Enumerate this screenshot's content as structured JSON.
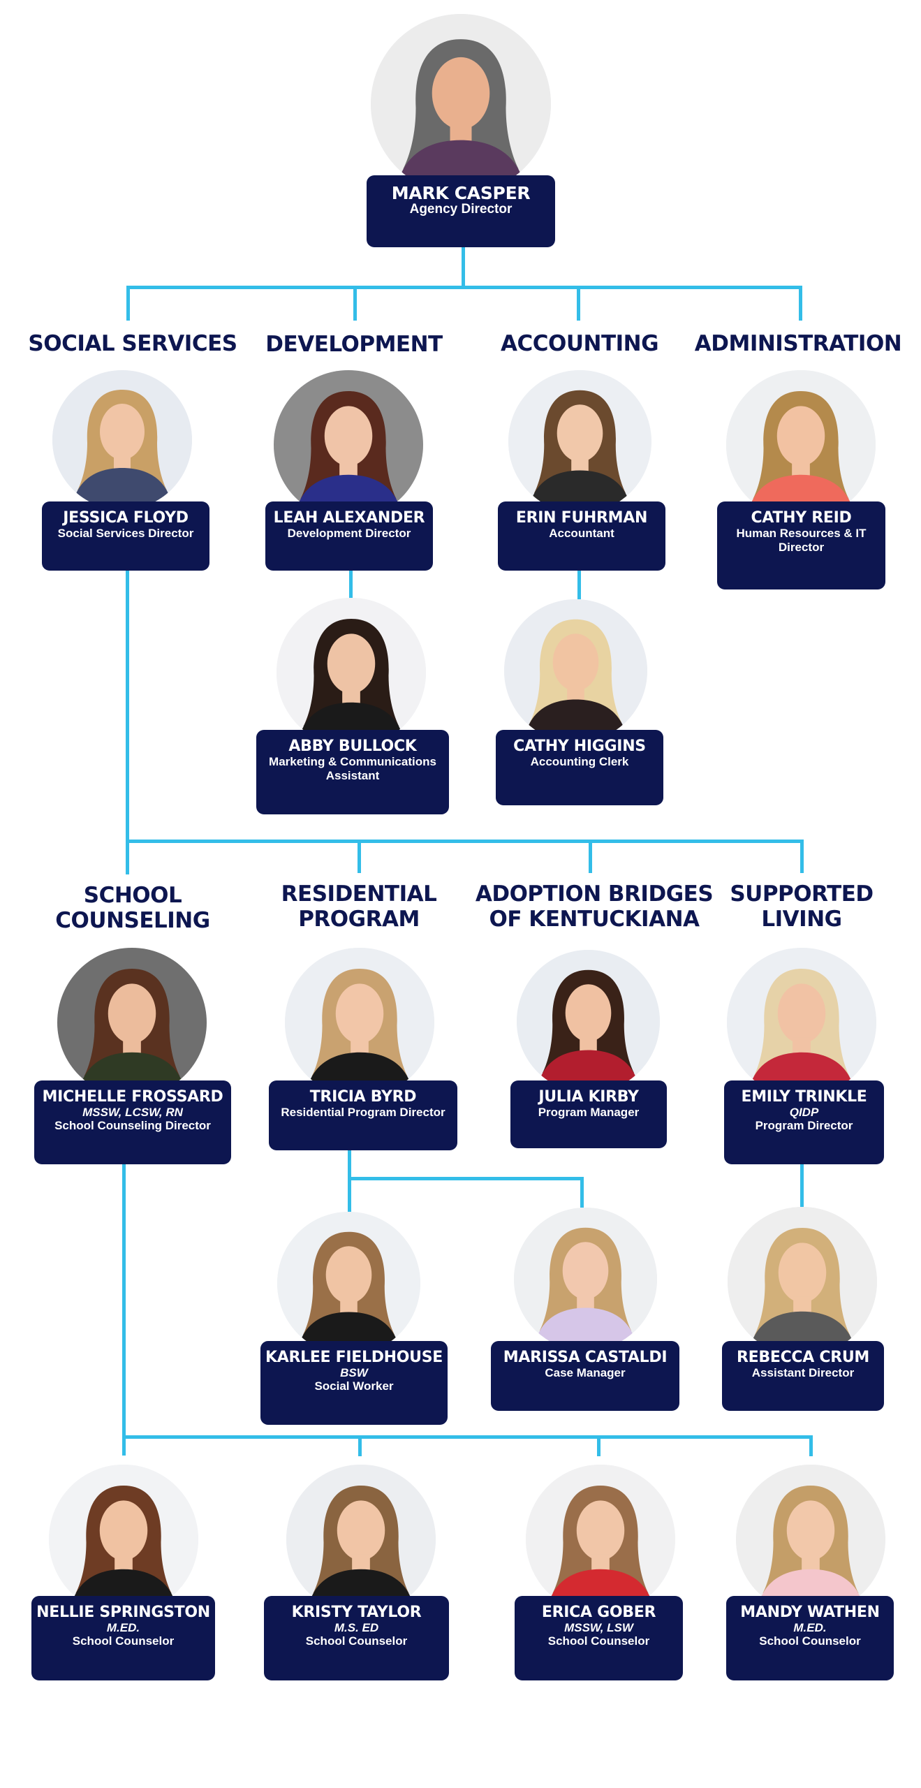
{
  "colors": {
    "navy": "#0d1650",
    "connector": "#33bde8",
    "heading": "#0d1650",
    "card_text": "#ffffff"
  },
  "departments": {
    "social_services": [
      "SOCIAL SERVICES"
    ],
    "development": [
      "DEVELOPMENT"
    ],
    "accounting": [
      "ACCOUNTING"
    ],
    "administration": [
      "ADMINISTRATION"
    ],
    "school_counseling": [
      "SCHOOL",
      "COUNSELING"
    ],
    "residential": [
      "RESIDENTIAL",
      "PROGRAM"
    ],
    "adoption": [
      "ADOPTION BRIDGES",
      "OF KENTUCKIANA"
    ],
    "supported_living": [
      "SUPPORTED",
      "LIVING"
    ]
  },
  "people": {
    "mark_casper": {
      "name": "MARK CASPER",
      "credentials": "",
      "title": "Agency Director",
      "hair": "#6a6a6a",
      "skin": "#e9b08e",
      "shirt": "#5a3a5e",
      "bg": "#ececec"
    },
    "jessica_floyd": {
      "name": "JESSICA FLOYD",
      "credentials": "",
      "title": "Social Services Director",
      "hair": "#c9a066",
      "skin": "#f1c5a6",
      "shirt": "#3f4a6e",
      "bg": "#e7ebf1"
    },
    "leah_alexander": {
      "name": "LEAH ALEXANDER",
      "credentials": "",
      "title": "Development Director",
      "hair": "#5a2a1e",
      "skin": "#f0c4a8",
      "shirt": "#2a2f8a",
      "bg": "#8c8c8c"
    },
    "erin_fuhrman": {
      "name": "ERIN FUHRMAN",
      "credentials": "",
      "title": "Accountant",
      "hair": "#6b4a2e",
      "skin": "#f1c8aa",
      "shirt": "#2a2a2a",
      "bg": "#eceff3"
    },
    "cathy_reid": {
      "name": "CATHY REID",
      "credentials": "",
      "title": "Human Resources & IT Director",
      "hair": "#b48a4c",
      "skin": "#f2c2a2",
      "shirt": "#ef6a5c",
      "bg": "#eef0f2"
    },
    "abby_bullock": {
      "name": "ABBY BULLOCK",
      "credentials": "",
      "title": "Marketing & Communications Assistant",
      "hair": "#2a1c16",
      "skin": "#eec3a5",
      "shirt": "#1a1a1a",
      "bg": "#f2f2f4"
    },
    "cathy_higgins": {
      "name": "CATHY HIGGINS",
      "credentials": "",
      "title": "Accounting Clerk",
      "hair": "#e8d3a2",
      "skin": "#f1c4a2",
      "shirt": "#2a1f1f",
      "bg": "#eaedf2"
    },
    "michelle_frossard": {
      "name": "MICHELLE FROSSARD",
      "credentials": "MSSW, LCSW, RN",
      "title": "School Counseling Director",
      "hair": "#5a3220",
      "skin": "#ecbc9c",
      "shirt": "#2f3a24",
      "bg": "#6f6f6f"
    },
    "tricia_byrd": {
      "name": "TRICIA BYRD",
      "credentials": "",
      "title": "Residential Program Director",
      "hair": "#c9a270",
      "skin": "#f2c6a8",
      "shirt": "#1a1a1a",
      "bg": "#eceff3"
    },
    "julia_kirby": {
      "name": "JULIA KIRBY",
      "credentials": "",
      "title": "Program Manager",
      "hair": "#3a2218",
      "skin": "#f0c1a2",
      "shirt": "#b21e2e",
      "bg": "#e9edf2"
    },
    "emily_trinkle": {
      "name": "EMILY TRINKLE",
      "credentials": "QIDP",
      "title": "Program Director",
      "hair": "#e6d2a8",
      "skin": "#f1c2a4",
      "shirt": "#c4283a",
      "bg": "#eceff3"
    },
    "karlee_fieldhouse": {
      "name": "KARLEE FIELDHOUSE",
      "credentials": "BSW",
      "title": "Social Worker",
      "hair": "#9a7048",
      "skin": "#f0c4a4",
      "shirt": "#1a1a1a",
      "bg": "#eef1f4"
    },
    "marissa_castaldi": {
      "name": "MARISSA CASTALDI",
      "credentials": "",
      "title": "Case Manager",
      "hair": "#c8a26e",
      "skin": "#f2c8ae",
      "shirt": "#d6c6e8",
      "bg": "#eef0f2"
    },
    "rebecca_crum": {
      "name": "REBECCA CRUM",
      "credentials": "",
      "title": "Assistant Director",
      "hair": "#d2b07a",
      "skin": "#f1c6a4",
      "shirt": "#5a5a5a",
      "bg": "#eeeeee"
    },
    "nellie_springston": {
      "name": "NELLIE SPRINGSTON",
      "credentials": "M.ED.",
      "title": "School Counselor",
      "hair": "#6e3c24",
      "skin": "#f0c2a2",
      "shirt": "#1a1a1a",
      "bg": "#f2f3f5"
    },
    "kristy_taylor": {
      "name": "KRISTY TAYLOR",
      "credentials": "M.S. ED",
      "title": "School Counselor",
      "hair": "#8a6440",
      "skin": "#f1c5a6",
      "shirt": "#1a1a1a",
      "bg": "#eceef1"
    },
    "erica_gober": {
      "name": "ERICA GOBER",
      "credentials": "MSSW, LSW",
      "title": "School Counselor",
      "hair": "#9a6e4a",
      "skin": "#f1c6a8",
      "shirt": "#d42a30",
      "bg": "#f1f1f2"
    },
    "mandy_wathen": {
      "name": "MANDY WATHEN",
      "credentials": "M.ED.",
      "title": "School Counselor",
      "hair": "#c49e68",
      "skin": "#f2c8aa",
      "shirt": "#f4c6cc",
      "bg": "#eeeeee"
    }
  }
}
